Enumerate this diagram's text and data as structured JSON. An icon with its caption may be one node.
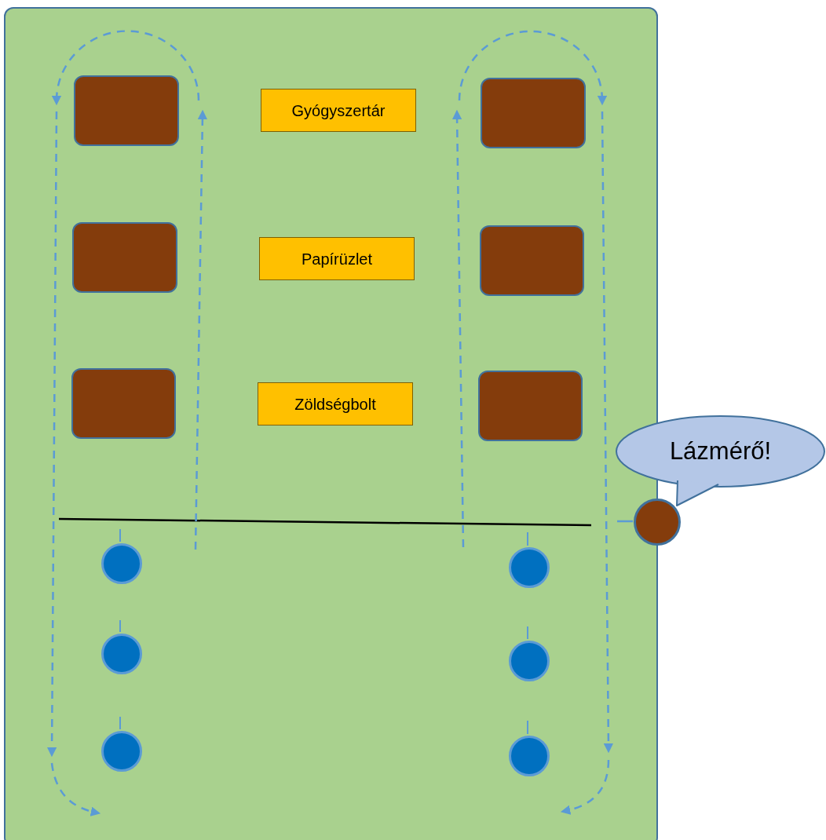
{
  "diagram": {
    "nodes": [
      {
        "text": [],
        "shape": "box"
      },
      {
        "text": [],
        "shape": "box",
        "in": 0
      },
      {
        "text": [
          "Gyógyszertár"
        ],
        "in": 0
      },
      {
        "text": [],
        "shape": "box",
        "in": 0
      },
      {
        "text": [],
        "shape": "box",
        "in": 0
      },
      {
        "text": [
          "Papírüzlet"
        ],
        "in": 0
      },
      {
        "text": [],
        "shape": "box",
        "in": 0
      },
      {
        "text": [],
        "shape": "box",
        "in": 0
      },
      {
        "text": [
          "Zöldségbolt"
        ],
        "in": 0
      },
      {
        "text": [],
        "shape": "box",
        "in": 0
      },
      {
        "text": [
          "Lázmérő!"
        ]
      },
      {
        "text": [],
        "shape": "circle"
      },
      {
        "text": [],
        "shape": "circle",
        "in": 0
      },
      {
        "text": [],
        "shape": "circle",
        "in": 0
      },
      {
        "text": [],
        "shape": "circle",
        "in": 0
      },
      {
        "text": [],
        "shape": "circle",
        "in": 0
      },
      {
        "text": [],
        "shape": "circle",
        "in": 0
      },
      {
        "text": [],
        "shape": "circle",
        "in": 0
      }
    ]
  }
}
